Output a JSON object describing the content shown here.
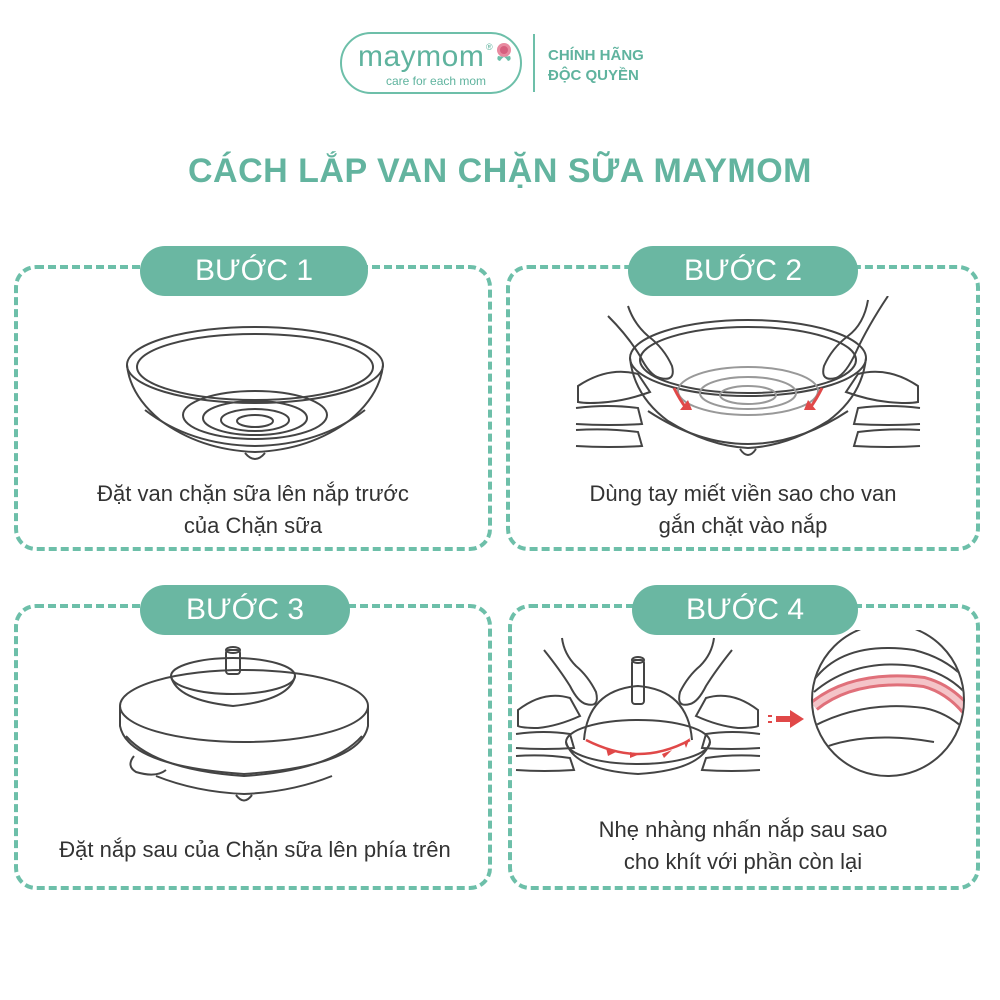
{
  "brand": {
    "name": "maymom",
    "registered": "®",
    "tagline": "care for each mom",
    "badge_line1": "CHÍNH HÃNG",
    "badge_line2": "ĐỘC QUYỀN"
  },
  "title": "CÁCH LẮP VAN CHẶN SỮA MAYMOM",
  "colors": {
    "accent": "#6ab7a2",
    "arrow": "#e04848",
    "text": "#333333"
  },
  "steps": [
    {
      "label": "BƯỚC 1",
      "caption_line1": "Đặt van chặn sữa lên nắp trước",
      "caption_line2": "của Chặn sữa",
      "icon": "valve-on-front-cap-illustration"
    },
    {
      "label": "BƯỚC 2",
      "caption_line1": "Dùng tay miết viền sao cho van",
      "caption_line2": "gắn chặt vào nắp",
      "icon": "hands-pressing-valve-illustration"
    },
    {
      "label": "BƯỚC 3",
      "caption_line1": "Đặt nắp sau của Chặn sữa lên phía trên",
      "caption_line2": "",
      "icon": "back-cap-on-top-illustration"
    },
    {
      "label": "BƯỚC 4",
      "caption_line1": "Nhẹ nhàng nhấn nắp sau sao",
      "caption_line2": "cho khít với phần còn lại",
      "icon": "hands-pressing-back-cap-illustration"
    }
  ]
}
